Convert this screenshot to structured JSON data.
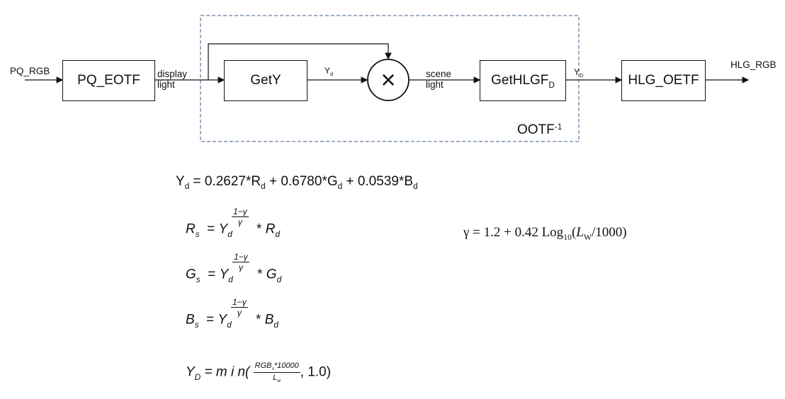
{
  "diagram": {
    "input_label": "PQ_RGB",
    "output_label": "HLG_RGB",
    "boxes": {
      "pq_eotf": "PQ_EOTF",
      "gety": "GetY",
      "gethlgf": "GetHLGF",
      "gethlgf_sub": "D",
      "hlg_oetf": "HLG_OETF"
    },
    "edge_labels": {
      "display_1": "display",
      "display_2": "light",
      "yd_main": "Y",
      "yd_sub": "d",
      "scene_1": "scene",
      "scene_2": "light",
      "yD_main": "Y",
      "yD_sub": "D"
    },
    "operator_symbol": "×",
    "ootf_label": "OOTF",
    "ootf_sup": "-1"
  },
  "equations": {
    "yd": {
      "lhs": "Y",
      "lhs_sub": "d",
      "c1": " = 0.2627*R",
      "s1": "d",
      "c2": " + 0.6780*G",
      "s2": "d",
      "c3": " + 0.0539*B",
      "s3": "d"
    },
    "exp_num": "1−γ",
    "exp_den": "γ",
    "rs": {
      "lhs": "R",
      "lhs_sub": "s",
      "y": "Y",
      "y_sub": "d",
      "op": "*",
      "rhs": "R",
      "rhs_sub": "d"
    },
    "gs": {
      "lhs": "G",
      "lhs_sub": "s",
      "y": "Y",
      "y_sub": "d",
      "op": "*",
      "rhs": "G",
      "rhs_sub": "d"
    },
    "bs": {
      "lhs": "B",
      "lhs_sub": "s",
      "y": "Y",
      "y_sub": "d",
      "op": "*",
      "rhs": "B",
      "rhs_sub": "d"
    },
    "ymin": {
      "lhs": "Y",
      "lhs_sub": "D",
      "func": "= m i n(",
      "num": "RGB",
      "num_sub": "s",
      "num_rest": "*10000",
      "den": "L",
      "den_sub": "w",
      "tail": ", 1.0)"
    },
    "gamma": {
      "text": "γ = 1.2 + 0.42 Log",
      "log_sub": "10",
      "rest_open": "(",
      "lw": "L",
      "lw_sub": "W",
      "rest_close": "/1000)"
    }
  }
}
